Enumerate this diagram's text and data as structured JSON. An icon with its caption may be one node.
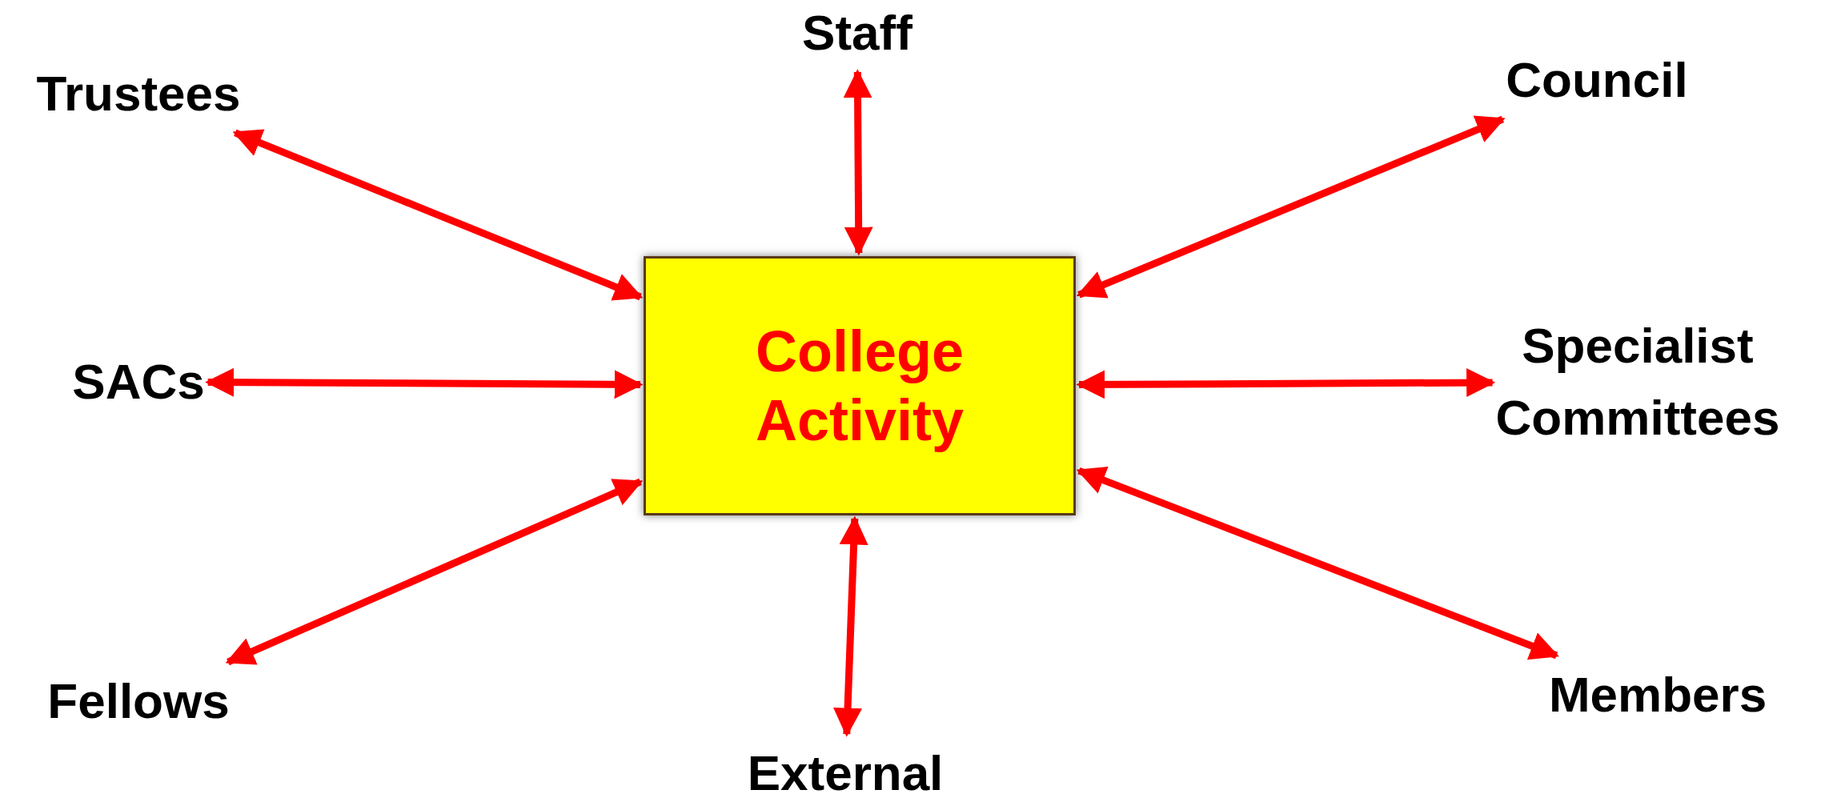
{
  "diagram": {
    "nodes": [
      {
        "text": [
          "College Activity"
        ]
      },
      {
        "text": [
          "Staff"
        ]
      },
      {
        "text": [
          "Trustees"
        ]
      },
      {
        "text": [
          "Council"
        ]
      },
      {
        "text": [
          "SACs"
        ]
      },
      {
        "text": [
          "Specialist Committees"
        ]
      },
      {
        "text": [
          "Fellows"
        ]
      },
      {
        "text": [
          "External"
        ]
      },
      {
        "text": [
          "Members"
        ]
      }
    ],
    "edges": [
      {
        "from": 0,
        "to": 1,
        "arrow": "both"
      },
      {
        "from": 0,
        "to": 2,
        "arrow": "both"
      },
      {
        "from": 0,
        "to": 3,
        "arrow": "both"
      },
      {
        "from": 0,
        "to": 4,
        "arrow": "both"
      },
      {
        "from": 0,
        "to": 5,
        "arrow": "both"
      },
      {
        "from": 0,
        "to": 6,
        "arrow": "both"
      },
      {
        "from": 0,
        "to": 7,
        "arrow": "both"
      },
      {
        "from": 0,
        "to": 8,
        "arrow": "both"
      }
    ]
  }
}
